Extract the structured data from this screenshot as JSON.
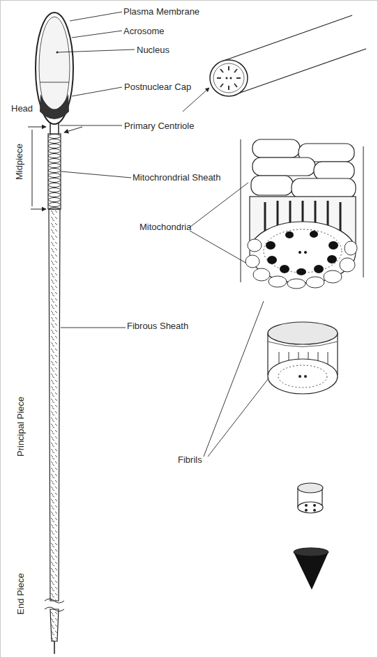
{
  "diagram": {
    "labels": [
      "Plasma Membrane",
      "Acrosome",
      "Nucleus",
      "Postnuclear Cap",
      "Head",
      "Primary Centriole",
      "Midpiece",
      "Mitochrondrial Sheath",
      "Mitochondria",
      "Fibrous Sheath",
      "Principal Piece",
      "Fibrils",
      "End Piece"
    ]
  }
}
